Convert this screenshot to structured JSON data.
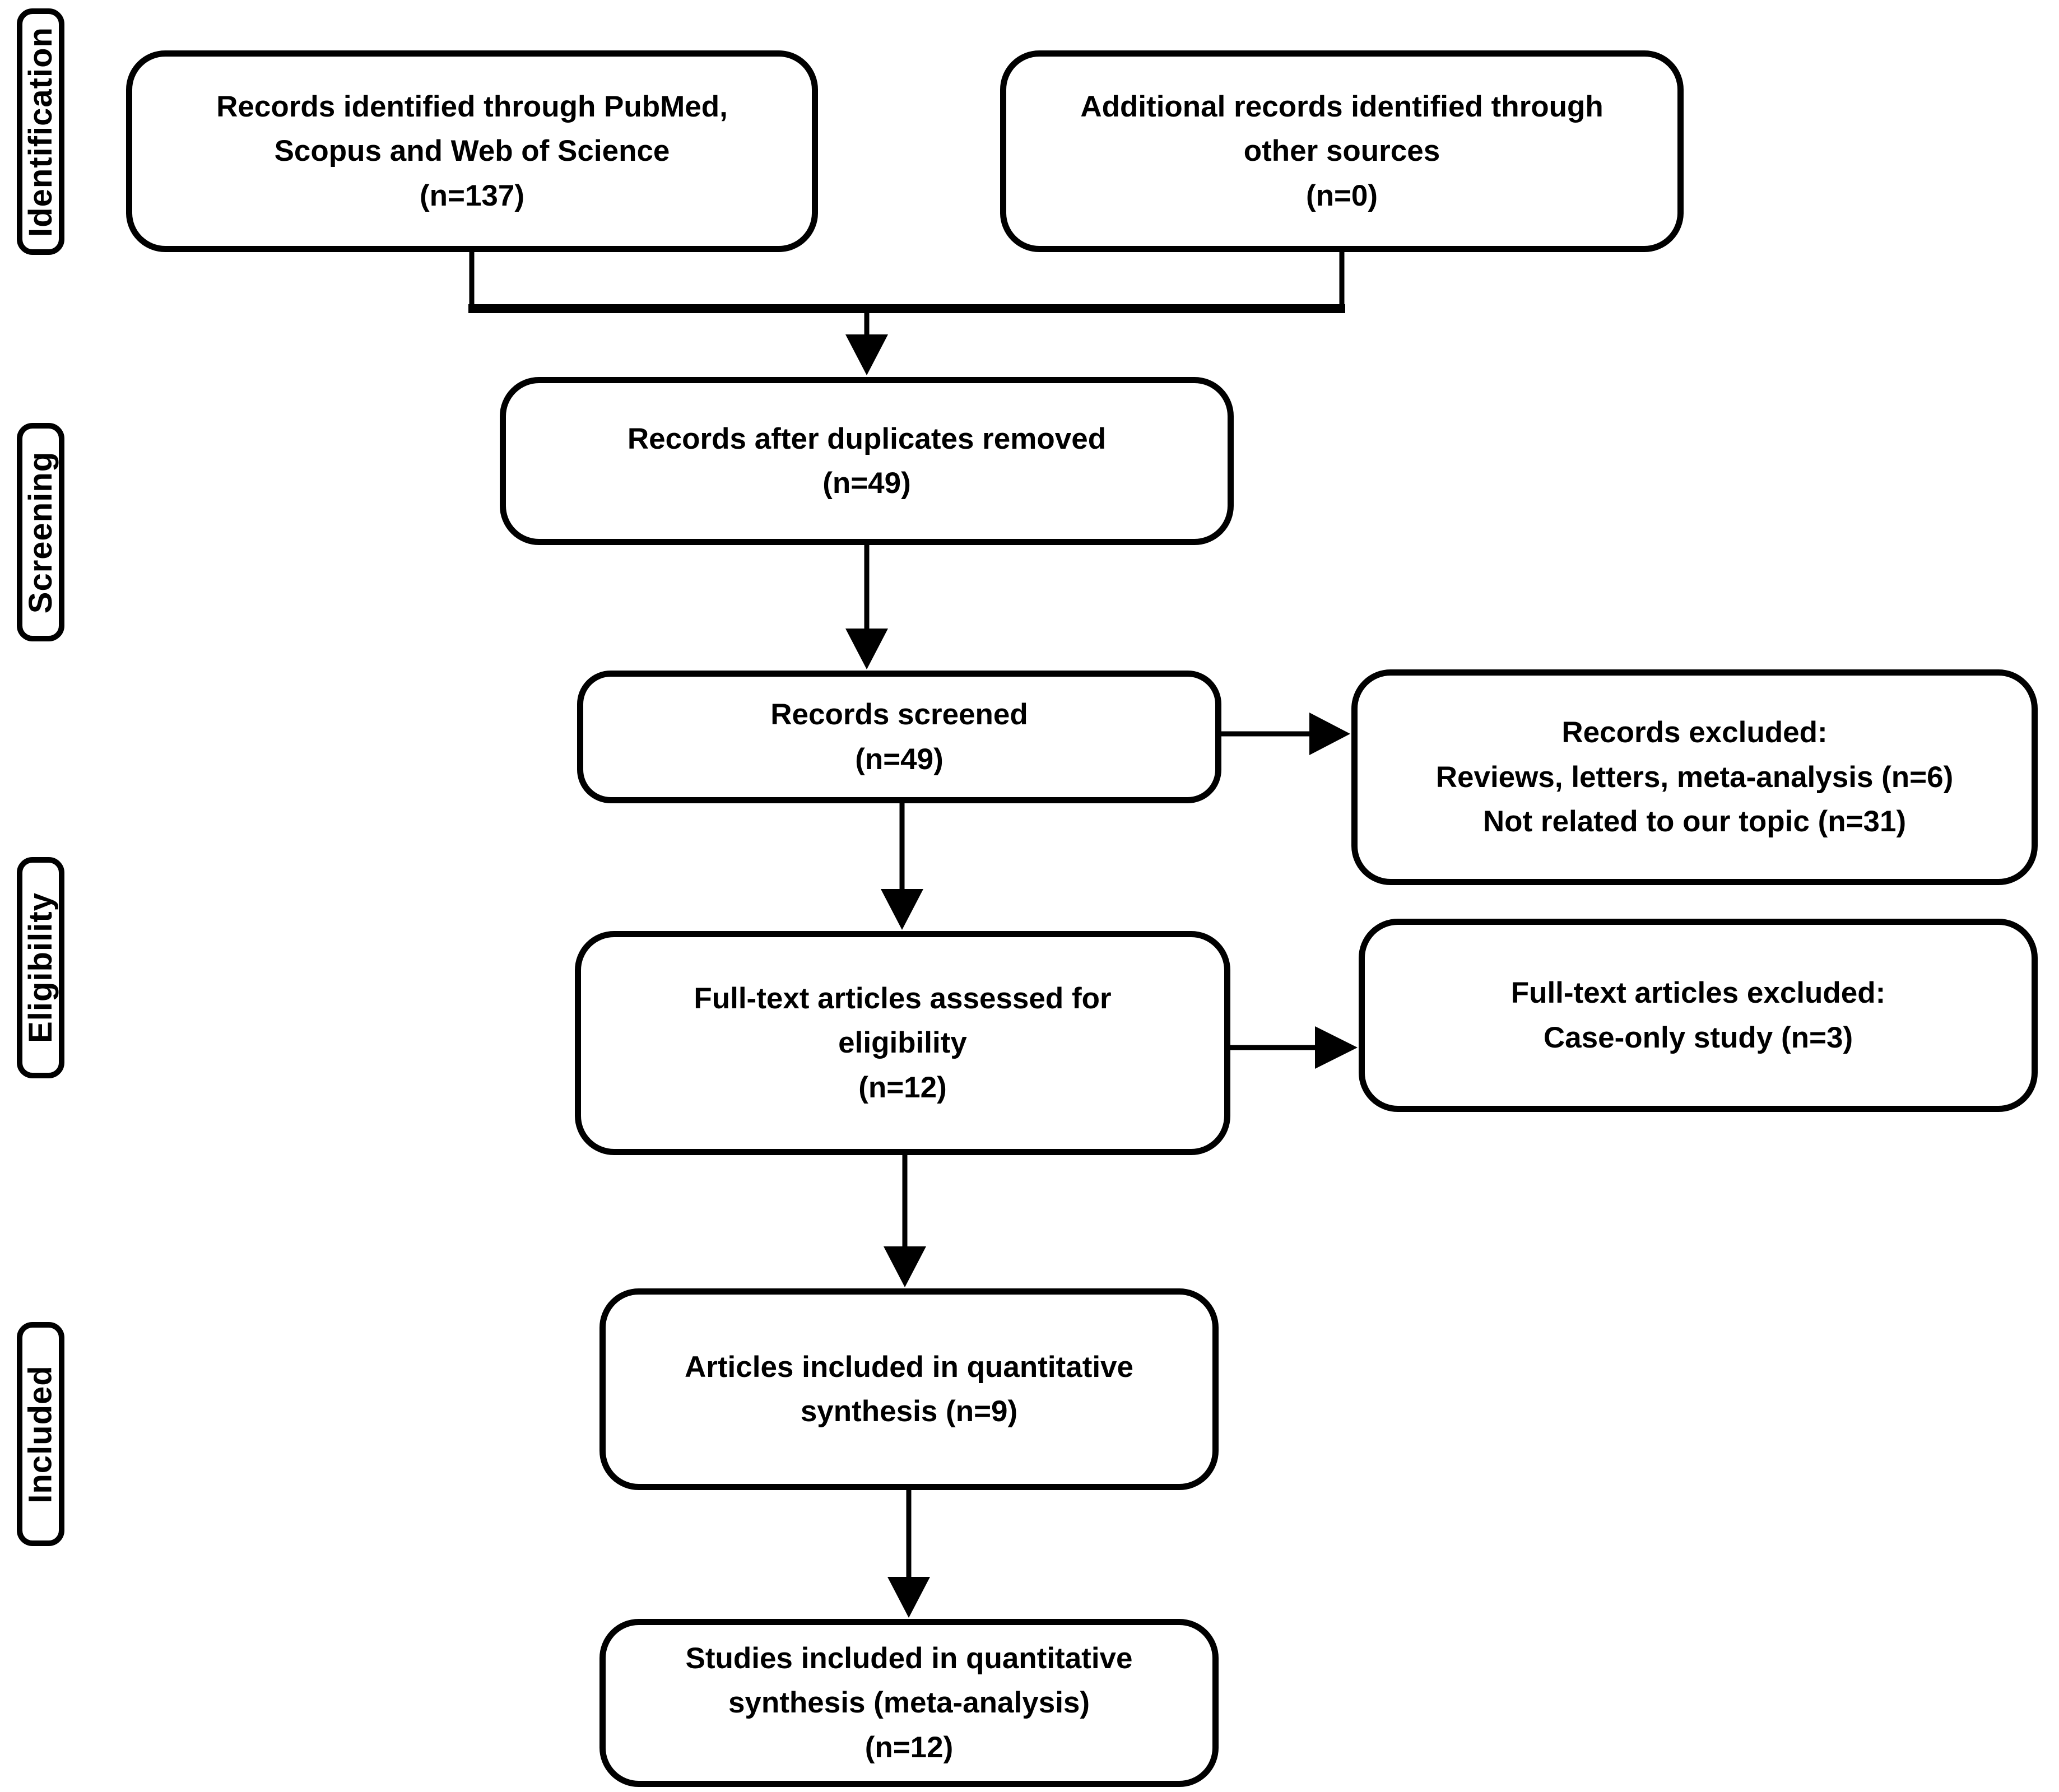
{
  "stages": [
    {
      "label": "Identification"
    },
    {
      "label": "Screening"
    },
    {
      "label": "Eligibility"
    },
    {
      "label": "Included"
    }
  ],
  "boxes": {
    "records_identified": {
      "lines": [
        "Records identified through PubMed,",
        "Scopus and Web of Science",
        "(n=137)"
      ],
      "n": 137
    },
    "additional_records": {
      "lines": [
        "Additional records identified through",
        "other sources",
        "(n=0)"
      ],
      "n": 0
    },
    "after_duplicates": {
      "lines": [
        "Records after duplicates removed",
        "(n=49)"
      ],
      "n": 49
    },
    "records_screened": {
      "lines": [
        "Records screened",
        "(n=49)"
      ],
      "n": 49
    },
    "records_excluded": {
      "lines": [
        "Records excluded:",
        "Reviews, letters, meta-analysis (n=6)",
        "Not related to our topic (n=31)"
      ],
      "n_reviews_letters_meta_analysis": 6,
      "n_not_related_to_topic": 31
    },
    "fulltext_assessed": {
      "lines": [
        "Full-text articles assessed for",
        "eligibility",
        "(n=12)"
      ],
      "n": 12
    },
    "fulltext_excluded": {
      "lines": [
        "Full-text articles excluded:",
        "Case-only study (n=3)"
      ],
      "n_case_only_study": 3
    },
    "quantitative_synthesis": {
      "lines": [
        "Articles included in quantitative",
        "synthesis (n=9)"
      ],
      "n": 9
    },
    "meta_analysis": {
      "lines": [
        "Studies included in quantitative",
        "synthesis (meta-analysis)",
        "(n=12)"
      ],
      "n": 12
    }
  },
  "colors": {
    "line": "#000000",
    "text": "#000000",
    "box_fill": "#ffffff",
    "background": "#ffffff"
  }
}
